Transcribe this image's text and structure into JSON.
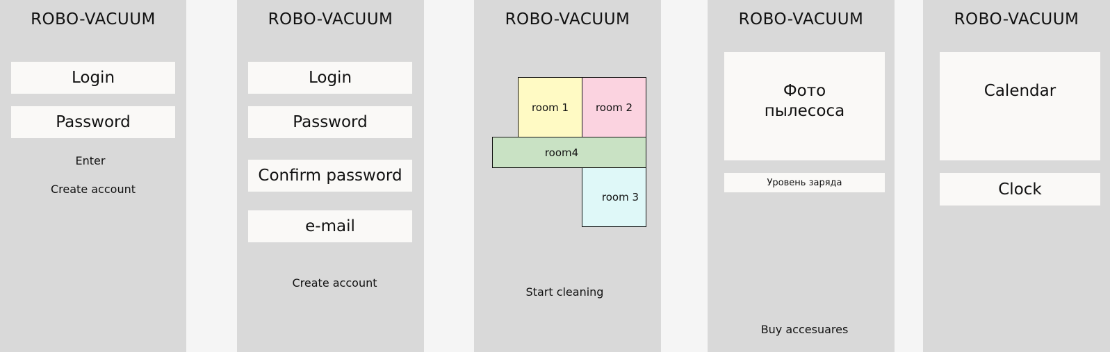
{
  "app_name": "ROBO-VACUUM",
  "login_screen": {
    "login_field": "Login",
    "password_field": "Password",
    "enter_link": "Enter",
    "create_account_link": "Create account"
  },
  "register_screen": {
    "login_field": "Login",
    "password_field": "Password",
    "confirm_password_field": "Confirm password",
    "email_field": "e-mail",
    "create_account_link": "Create account"
  },
  "map_screen": {
    "rooms": {
      "room1": "room 1",
      "room2": "room 2",
      "room3": "room 3",
      "room4": "room4"
    },
    "room_colors": {
      "room1": "#fffac4",
      "room2": "#fbd3e0",
      "room3": "#dff8f8",
      "room4": "#c9e2c4"
    },
    "start_cleaning_link": "Start cleaning"
  },
  "device_screen": {
    "photo_placeholder": "Фото пылесоса",
    "battery_level": "Уровень заряда",
    "buy_accessories_link": "Buy accesuares"
  },
  "schedule_screen": {
    "calendar": "Calendar",
    "clock": "Clock"
  }
}
